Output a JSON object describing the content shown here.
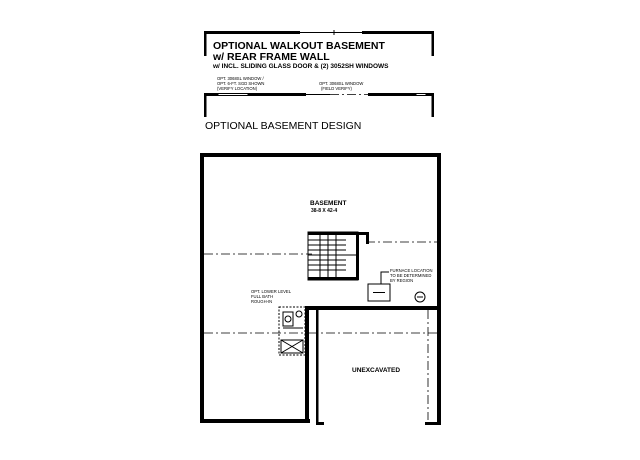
{
  "walkout": {
    "title_line1": "OPTIONAL WALKOUT BASEMENT",
    "title_line2": "w/ REAR FRAME WALL",
    "subtitle": "w/ INCL. SLIDING GLASS DOOR & (2) 3052SH WINDOWS",
    "note_left_1": "OPT. 3068SL WINDOW /",
    "note_left_2": "OPT. 6-FT. SGD SHOWN",
    "note_left_3": "(VERIFY LOCATION)",
    "note_right_1": "OPT. 3068SL WINDOW",
    "note_right_2": "(FIELD VERIFY)"
  },
  "design": {
    "section_title": "OPTIONAL BASEMENT DESIGN",
    "basement_label": "BASEMENT",
    "basement_dims": "38-8 X 42-4",
    "furnace_note_1": "FURNACE LOCATION",
    "furnace_note_2": "TO BE DETERMINED",
    "furnace_note_3": "BY REGION",
    "bath_note_1": "OPT. LOWER LEVEL",
    "bath_note_2": "FULL BATH",
    "bath_note_3": "ROUGH-IN",
    "unexcavated_label": "UNEXCAVATED"
  }
}
